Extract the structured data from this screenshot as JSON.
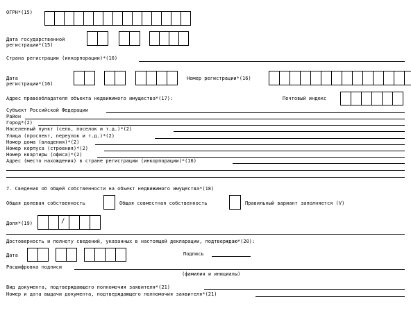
{
  "ogrn": {
    "label": "ОГРН*(15)"
  },
  "reg_date": {
    "label_line1": "Дата государственной",
    "label_line2": "регистрации*(15)"
  },
  "country": {
    "label": "Страна регистрации (инкорпорации)*(16)"
  },
  "reg_date2": {
    "label_line1": "Дата",
    "label_line2": "регистрации*(16)"
  },
  "reg_number": {
    "label": "Номер регистрации*(16)"
  },
  "address": {
    "header": "Адрес правообладателя объекта недвижимого имущества*(17):",
    "postal_label": "Почтовый индекс",
    "fields": [
      "Субъект Российской Федерации",
      "Район",
      "Город*(2)",
      "Населенный пункт (село, поселок и т.д.)*(2)",
      "Улица (проспект, переулок и т.д.)*(2)",
      "Номер дома (владения)*(2)",
      "Номер корпуса (строения)*(2)",
      "Номер квартиры (офиса)*(2)",
      "Адрес (место нахождения) в стране регистрации (инкорпорации)*(16)"
    ]
  },
  "section7": {
    "title": "7. Сведения об общей собственности на объект недвижимого имущества*(18)",
    "shared_label": "Общая долевая собственность",
    "joint_label": "Общая совместная собственность",
    "note": "Правильный вариант заполняется (V)",
    "share_label": "Доля*(19)",
    "slash": "/"
  },
  "confirm": {
    "text": "Достоверность и полноту сведений, указанных в настоящей декларации, подтверждаю*(20):",
    "date_label": "Дата",
    "sign_label": "Подпись",
    "decode_label": "Расшифровка подписи",
    "decode_hint": "(фамилия и инициалы)",
    "doc_type_label": "Вид документа, подтверждающего полномочия заявителя*(21)",
    "doc_num_label": "Номер и дата выдачи документа, подтверждающего полномочия заявителя*(21)"
  }
}
